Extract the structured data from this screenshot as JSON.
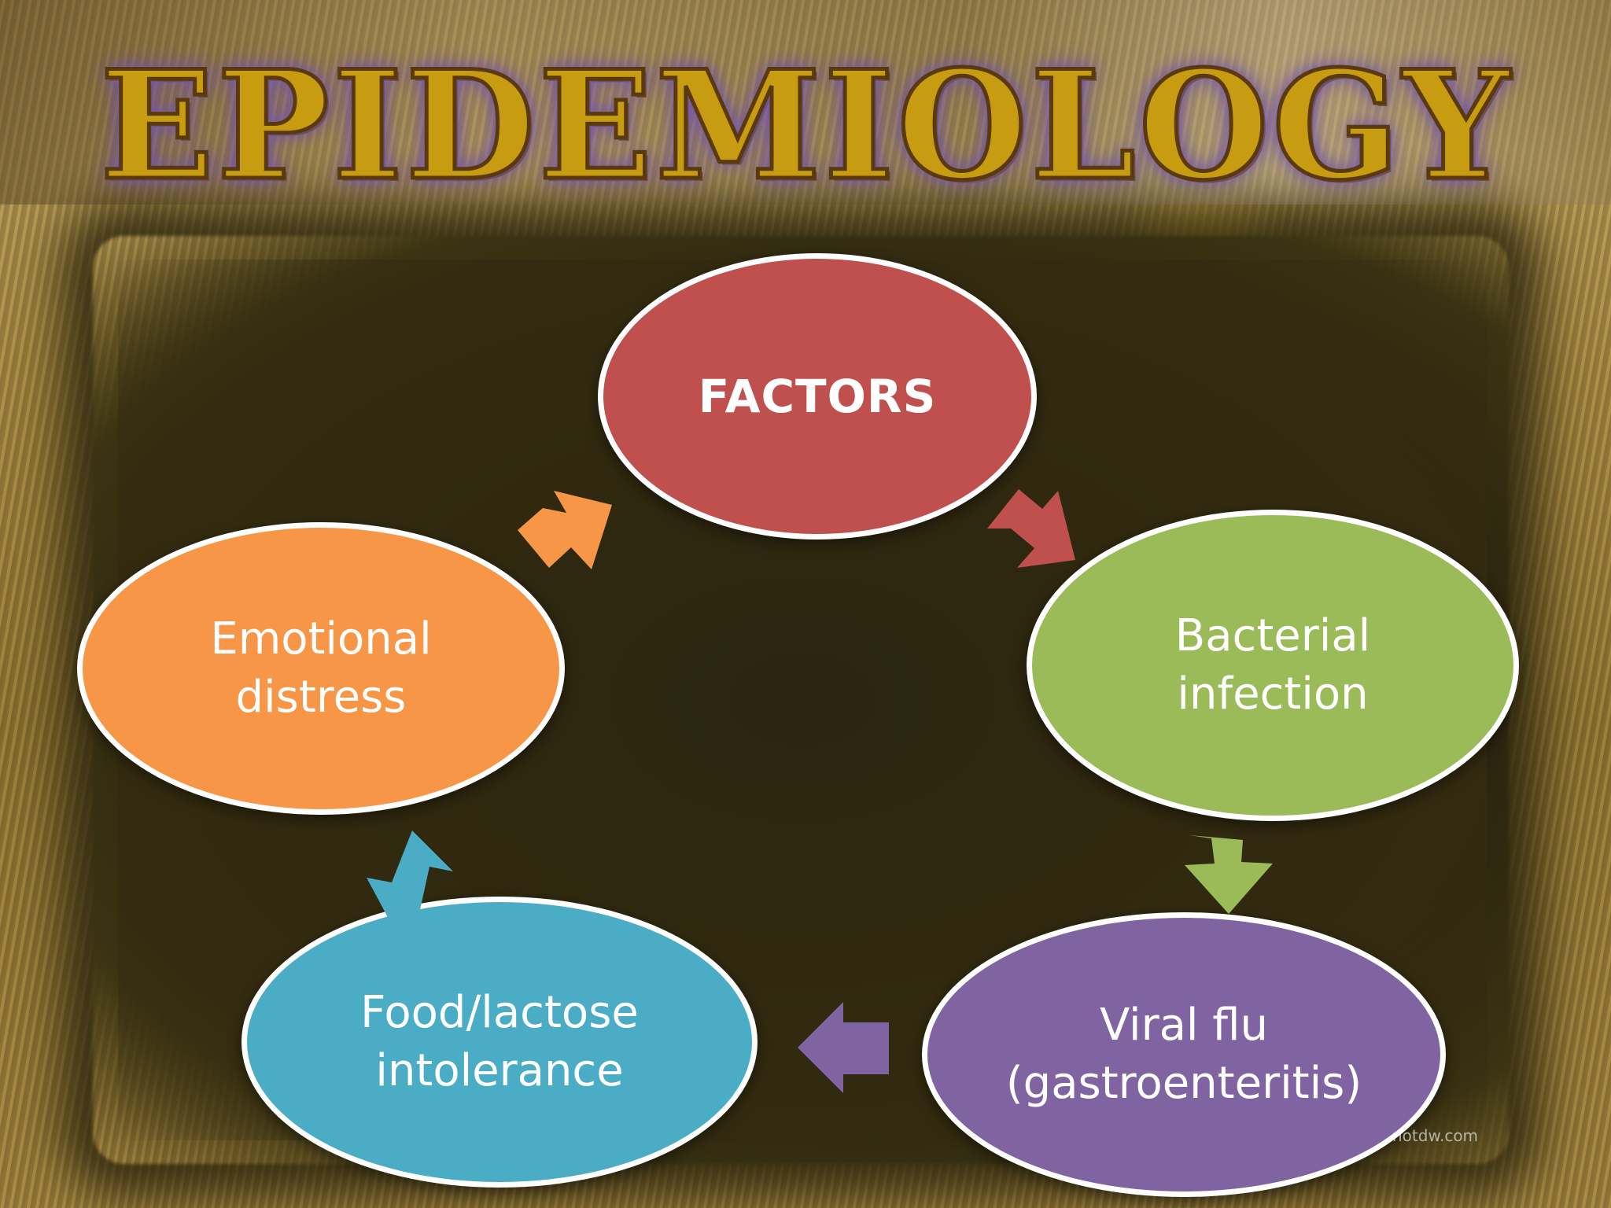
{
  "title": "EPIDEMIOLOGY",
  "nodes": {
    "factors": {
      "label": "FACTORS",
      "color": "#c0504d"
    },
    "bacterial": {
      "label": "Bacterial\ninfection",
      "color": "#9bbb59"
    },
    "viral": {
      "label": "Viral flu\n(gastroenteritis)",
      "color": "#8064a2"
    },
    "food": {
      "label": "Food/lactose\nintolerance",
      "color": "#4bacc6"
    },
    "emotional": {
      "label": "Emotional\ndistress",
      "color": "#f79646"
    }
  },
  "arrow_colors": {
    "factors_to_bacterial": "#c0504d",
    "bacterial_to_viral": "#9bbb59",
    "viral_to_food": "#8064a2",
    "food_to_emotional": "#4bacc6",
    "emotional_to_factors": "#f79646"
  },
  "watermark": "notdw.com"
}
